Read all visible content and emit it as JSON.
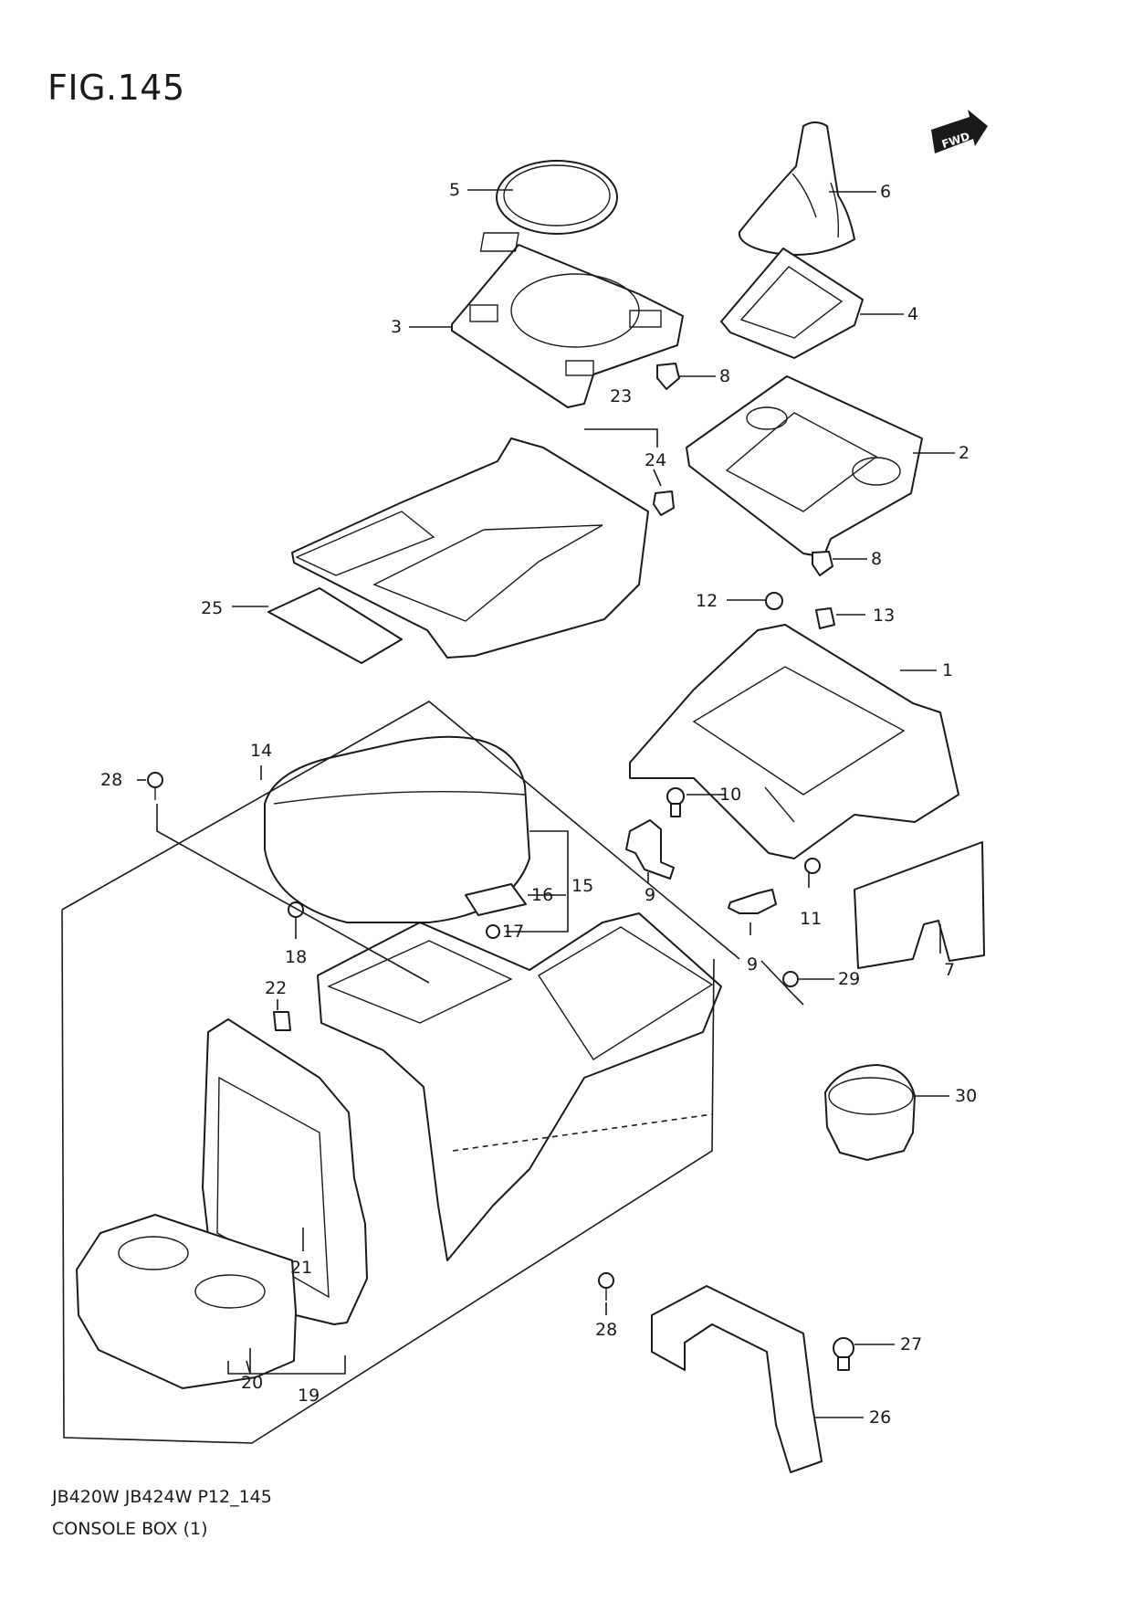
{
  "figure": {
    "title": "FIG.145"
  },
  "fwd_badge": "FWD",
  "callouts": [
    "1",
    "2",
    "3",
    "4",
    "5",
    "6",
    "7",
    "8",
    "8",
    "9",
    "9",
    "10",
    "11",
    "12",
    "13",
    "14",
    "15",
    "16",
    "17",
    "18",
    "19",
    "20",
    "21",
    "22",
    "23",
    "24",
    "25",
    "26",
    "27",
    "28",
    "28",
    "29",
    "30"
  ],
  "footer": {
    "model": "JB420W JB424W P12_145",
    "title": "CONSOLE BOX (1)"
  }
}
